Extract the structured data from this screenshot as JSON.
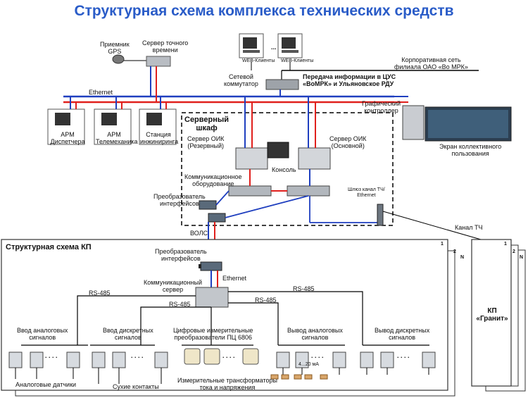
{
  "title": "Структурная схема комплекса технических средств",
  "top": {
    "gps": "Приемник\nGPS",
    "time_server": "Сервер точного\nвремени",
    "web_client_1": "WEB-Клиенты",
    "web_client_2": "WEB-Клиенты",
    "dots": "...",
    "corp_network": "Корпоративная сеть\nфилиала ОАО «Во МРК»",
    "switch": "Сетевой\nкоммутатор",
    "transfer": "Передача информации в ЦУС\n«ВоМРК» и Ульяновское РДУ",
    "ethernet": "Ethernet"
  },
  "workstations": {
    "dispatcher": "АРМ\nДиспетчера",
    "telemech": "АРМ\nТелемеханика",
    "engineering": "Станция\nинжиниринга"
  },
  "server_cabinet": {
    "title": "Серверный\nшкаф",
    "reserve": "Сервер ОИК\n(Резервный)",
    "main": "Сервер ОИК\n(Основной)",
    "console": "Консоль",
    "comm_equipment": "Коммуникационное\nоборудование",
    "converter": "Преобразователь\nинтерфейсов",
    "gateway": "Шлюз канал ТЧ/\nEthernet",
    "graphics": "Графический\nконтроллер",
    "wall_screen": "Экран коллективного\nпользования",
    "vols": "ВОЛС",
    "channel_tch": "Канал ТЧ"
  },
  "kp": {
    "title": "Структурная схема КП",
    "converter": "Преобразователь\nинтерфейсов",
    "ethernet": "Ethernet",
    "comm_server": "Коммуникационный\nсервер",
    "rs485_1": "RS-485",
    "rs485_2": "RS-485",
    "rs485_3": "RS-485",
    "rs485_4": "RS-485",
    "analog_in": "Ввод аналоговых\nсигналов",
    "discrete_in": "Ввод дискретных\nсигналов",
    "digital_meters": "Цифровые измерительные\nпреобразователи ПЦ 6806",
    "analog_out": "Вывод аналоговых\nсигналов",
    "discrete_out": "Вывод дискретных\nсигналов",
    "analog_sensors": "Аналоговые датчики",
    "dry_contacts": "Сухие контакты",
    "transformers": "Измерительные трансформаторы\nтока и напряжения",
    "ma": "4...20 мА",
    "dots": ". . . .",
    "sheet_1": "1",
    "sheet_2": "2",
    "sheet_n": "N"
  },
  "granit": {
    "title": "КП\n«Гранит»",
    "sheet_1": "1",
    "sheet_2": "2",
    "sheet_n": "N"
  },
  "colors": {
    "title": "#2a5cc8",
    "red_line": "#e0201c",
    "blue_line": "#1f3fbf"
  }
}
